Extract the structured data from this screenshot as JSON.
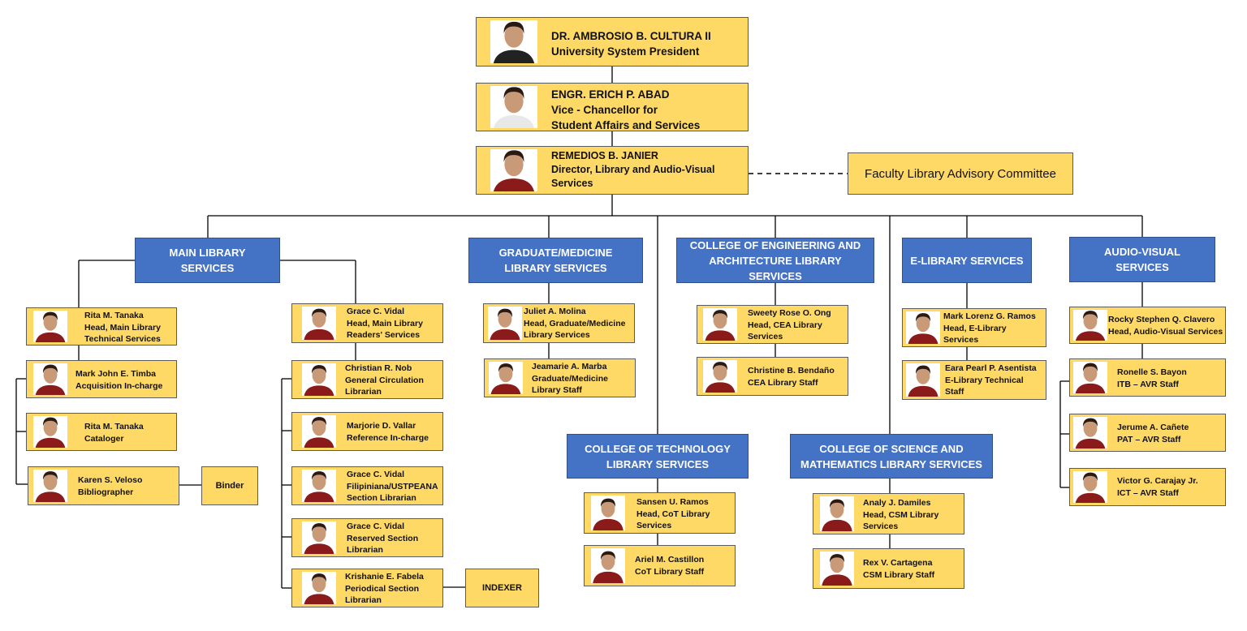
{
  "top": [
    {
      "text": "DR. AMBROSIO B. CULTURA  II\nUniversity System President",
      "photo": "man-suit-photo"
    },
    {
      "text": "ENGR. ERICH P. ABAD\nVice - Chancellor for\nStudent Affairs and Services",
      "photo": "man-glasses-photo"
    },
    {
      "text": "REMEDIOS B. JANIER\nDirector, Library and  Audio-Visual\nServices",
      "photo": "woman-maroon-photo"
    }
  ],
  "faculty_committee": "Faculty Library Advisory Committee",
  "departments": [
    "MAIN LIBRARY\nSERVICES",
    "GRADUATE/MEDICINE\nLIBRARY SERVICES",
    "COLLEGE OF ENGINEERING AND\nARCHITECTURE LIBRARY SERVICES",
    "E-LIBRARY SERVICES",
    "AUDIO-VISUAL\nSERVICES",
    "COLLEGE OF TECHNOLOGY\nLIBRARY SERVICES",
    "COLLEGE OF SCIENCE AND\nMATHEMATICS LIBRARY SERVICES"
  ],
  "staff": {
    "main_technical": [
      "Rita M. Tanaka\nHead, Main Library\nTechnical Services",
      "Mark John E. Timba\nAcquisition  In-charge",
      "Rita M. Tanaka\nCataloger",
      "Karen S. Veloso\nBibliographer"
    ],
    "main_readers": [
      "Grace C. Vidal\nHead, Main Library\nReaders' Services",
      "Christian R. Nob\nGeneral Circulation\nLibrarian",
      "Marjorie D. Vallar\nReference  In-charge",
      "Grace C. Vidal\nFilipiniana/USTPEANA\nSection Librarian",
      "Grace C. Vidal\nReserved Section\nLibrarian",
      "Krishanie E. Fabela\nPeriodical  Section\nLibrarian"
    ],
    "graduate": [
      "Juliet A.  Molina\n Head, Graduate/Medicine\nLibrary Services",
      "Jeamarie A. Marba\nGraduate/Medicine\nLibrary Staff"
    ],
    "cea": [
      "Sweety Rose O. Ong\nHead, CEA Library\nServices",
      "Christine B. Bendaño\nCEA  Library Staff"
    ],
    "elib": [
      "Mark Lorenz G. Ramos\nHead, E-Library\nServices",
      "Eara Pearl P. Asentista\nE-Library Technical\nStaff"
    ],
    "avr": [
      "Rocky Stephen Q. Clavero\nHead, Audio-Visual Services",
      "Ronelle S. Bayon\nITB – AVR Staff",
      "Jerume A. Cañete\nPAT – AVR Staff",
      "Victor G. Carajay Jr.\nICT – AVR Staff"
    ],
    "cot": [
      "Sansen U. Ramos\nHead, CoT Library\nServices",
      "Ariel M. Castillon\nCoT Library Staff"
    ],
    "csm": [
      "Analy J. Damiles\nHead, CSM Library\nServices",
      "Rex V. Cartagena\nCSM Library Staff"
    ]
  },
  "binder": "Binder",
  "indexer": "INDEXER",
  "colors": {
    "staff_box": "#ffd966",
    "dept_box": "#4472c4",
    "shirt": "#8b1a1a",
    "line": "#000000"
  }
}
